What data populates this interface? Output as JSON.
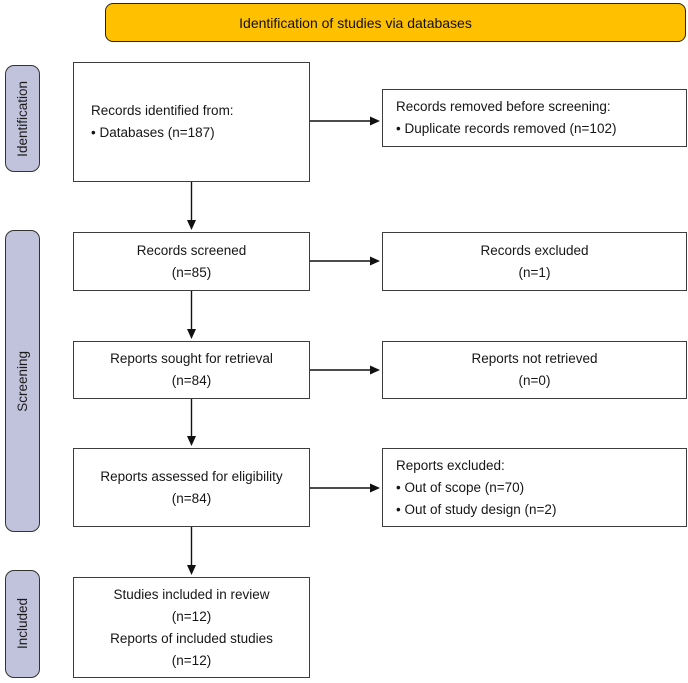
{
  "banner": {
    "label": "Identification of studies via databases"
  },
  "stages": {
    "identification": "Identification",
    "screening": "Screening",
    "included": "Included"
  },
  "flow": {
    "records_identified": {
      "lines": [
        "Records identified from:",
        "• Databases (n=187)"
      ]
    },
    "records_removed": {
      "lines": [
        "Records removed before screening:",
        "• Duplicate records removed (n=102)"
      ]
    },
    "records_screened": {
      "lines": [
        "Records screened",
        "(n=85)"
      ]
    },
    "records_excluded": {
      "lines": [
        "Records excluded",
        "(n=1)"
      ]
    },
    "reports_sought": {
      "lines": [
        "Reports sought for retrieval",
        "(n=84)"
      ]
    },
    "reports_not_retrieved": {
      "lines": [
        "Reports not retrieved",
        "(n=0)"
      ]
    },
    "reports_assessed": {
      "lines": [
        "Reports assessed for eligibility",
        "(n=84)"
      ]
    },
    "reports_excluded": {
      "lines": [
        "Reports excluded:",
        "• Out of scope (n=70)",
        "• Out of study design (n=2)"
      ]
    },
    "studies_included": {
      "lines": [
        "Studies included in review",
        "(n=12)",
        "Reports of included studies",
        "(n=12)"
      ]
    }
  },
  "colors": {
    "banner_bg": "#FFC000",
    "stage_bg": "#C1C2DB",
    "box_border": "#3D3D3D",
    "arrow": "#111111",
    "text": "#161616"
  }
}
